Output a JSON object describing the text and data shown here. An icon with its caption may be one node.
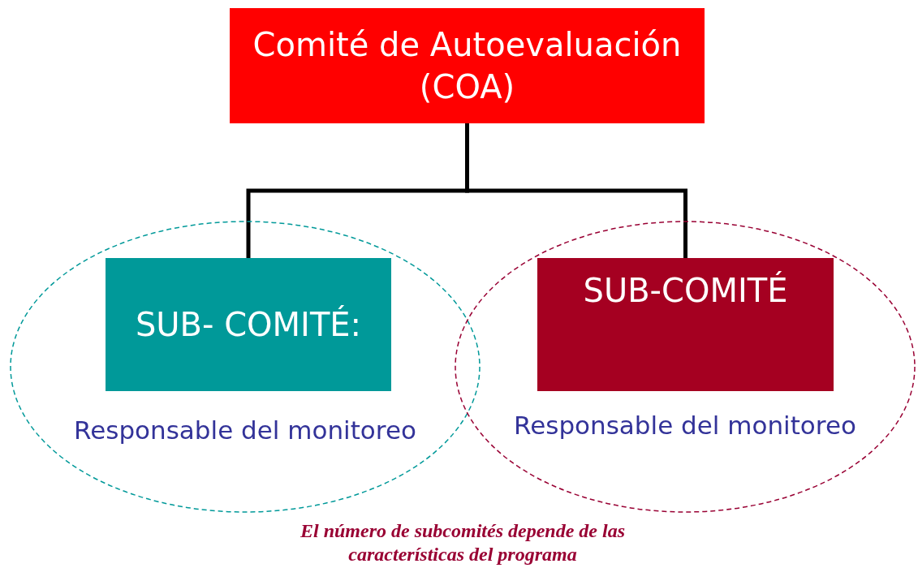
{
  "diagram": {
    "caption": "El número de subcomités depende de las características del programa",
    "nodes": [
      {
        "text": [
          "Comité de Autoevaluación (COA)"
        ]
      },
      {
        "text": [
          "Responsable del monitoreo"
        ]
      },
      {
        "text": [
          "SUB- COMITÉ:"
        ],
        "in": 1
      },
      {
        "text": [
          "Responsable del monitoreo"
        ]
      },
      {
        "text": [
          "SUB-COMITÉ"
        ],
        "in": 3
      }
    ],
    "edges": [
      {
        "from": 0,
        "to": 2,
        "arrow": "none"
      },
      {
        "from": 0,
        "to": 4,
        "arrow": "none"
      }
    ]
  }
}
